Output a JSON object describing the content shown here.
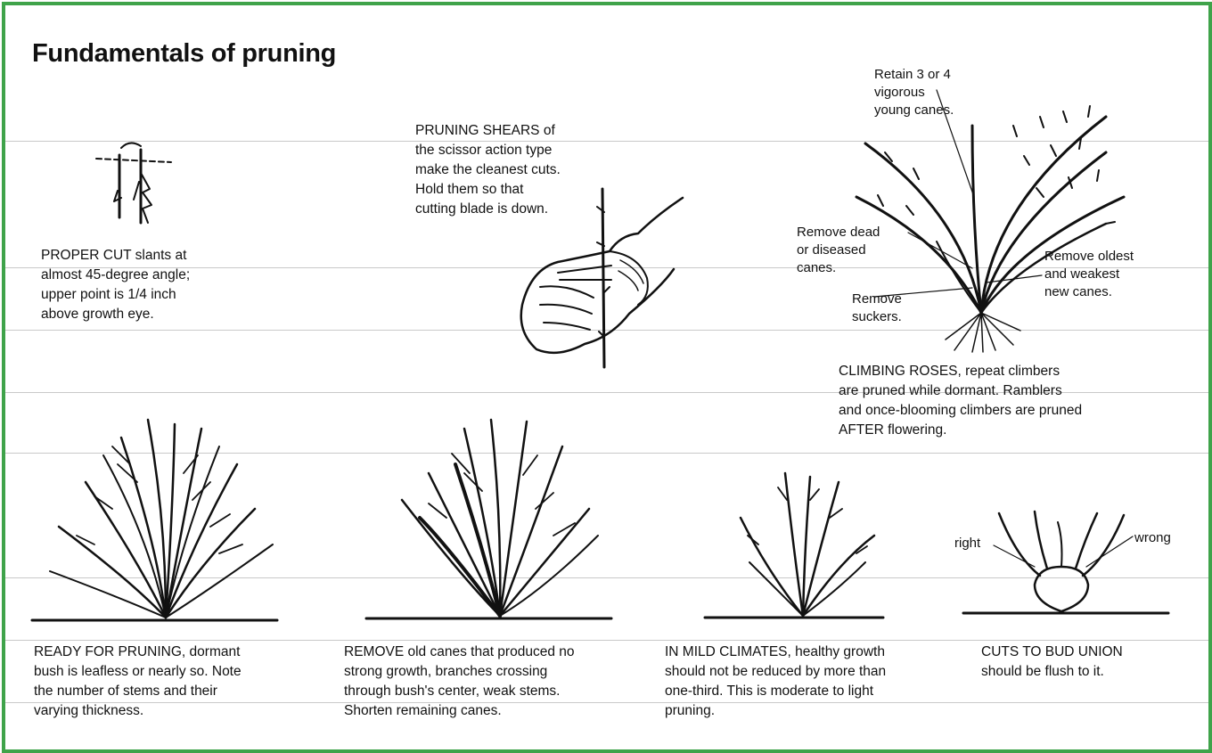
{
  "title": "Fundamentals of pruning",
  "captions": {
    "proper_cut": "PROPER CUT slants at\nalmost 45-degree angle;\nupper point is 1/4 inch\nabove growth eye.",
    "shears": "PRUNING SHEARS of\nthe scissor action type\nmake the cleanest cuts.\nHold them so that\ncutting blade is down.",
    "climbing": "CLIMBING ROSES, repeat climbers\nare pruned while dormant. Ramblers\nand once-blooming climbers are pruned\nAFTER flowering.",
    "ready": "READY FOR PRUNING, dormant\nbush is leafless or nearly so. Note\nthe number of stems and their\nvarying thickness.",
    "remove": "REMOVE old canes that produced no\nstrong growth, branches crossing\nthrough bush's center, weak stems.\nShorten remaining canes.",
    "mild": "IN MILD CLIMATES, healthy growth\nshould not be reduced by more than\none-third. This is moderate to light\npruning.",
    "bud_union": "CUTS TO BUD UNION\nshould be flush to it."
  },
  "climber_labels": {
    "retain": "Retain 3 or 4\nvigorous\nyoung canes.",
    "dead": "Remove dead\nor diseased\ncanes.",
    "suckers": "Remove\nsuckers.",
    "oldest": "Remove oldest\nand weakest\nnew canes."
  },
  "bud_labels": {
    "right": "right",
    "wrong": "wrong"
  },
  "colors": {
    "border": "#3fa34a"
  }
}
